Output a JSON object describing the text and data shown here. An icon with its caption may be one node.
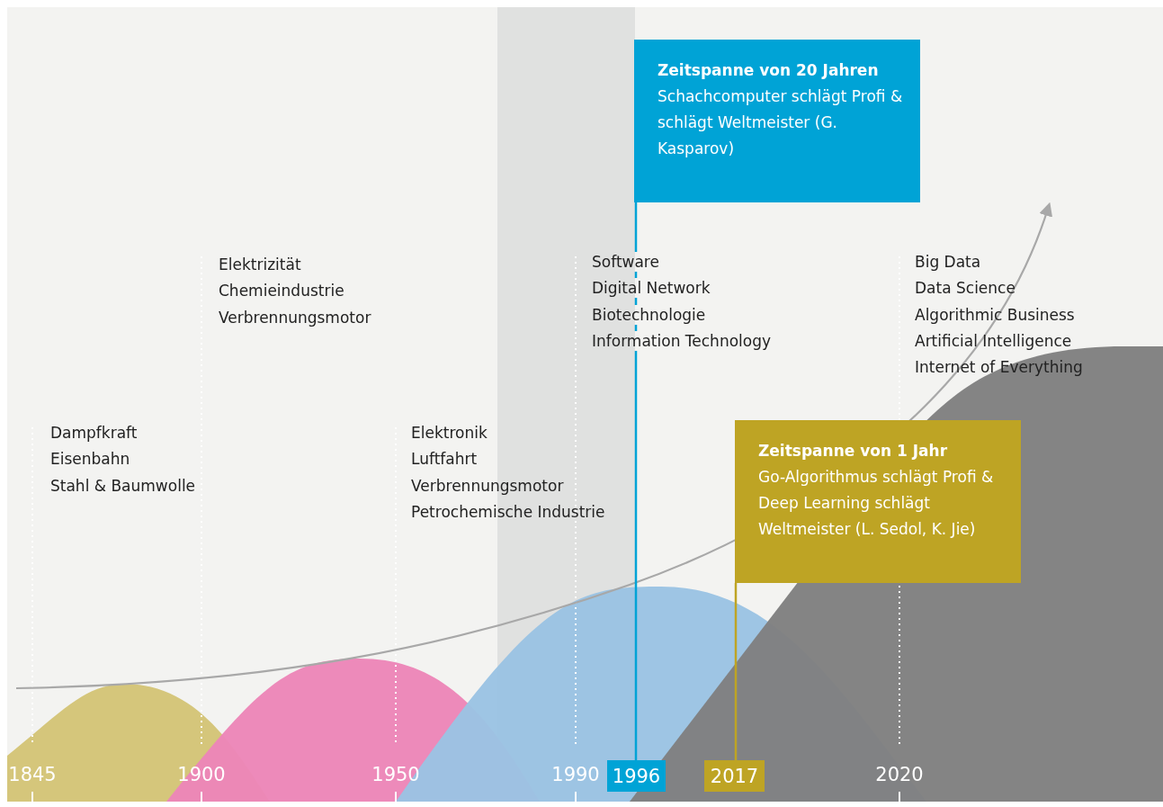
{
  "diagram": {
    "nodes": [
      {
        "text": [
          "Zeitspanne von 20 Jahren",
          "Schachcomputer schlägt Profi & schlägt Weltmeister (G. Kasparov)"
        ]
      },
      {
        "text": [
          "Zeitspanne von 1 Jahr",
          "Go-Algorithmus schlägt Profi & Deep Learning schlägt Weltmeister (L. Sedol, K. Jie)"
        ]
      },
      {
        "text": [
          "1996"
        ]
      },
      {
        "text": [
          "2017"
        ]
      }
    ],
    "edges": [
      {
        "from": 0,
        "to": 2,
        "arrow": "none",
        "color": "#00a3d6"
      },
      {
        "from": 1,
        "to": 3,
        "arrow": "none",
        "color": "#bea424"
      }
    ],
    "labels": [
      "Dampfkraft",
      "Eisenbahn",
      "Stahl & Baumwolle",
      "Elektrizität",
      "Chemieindustrie",
      "Verbrennungsmotor",
      "Elektronik",
      "Luftfahrt",
      "Verbrennungsmotor",
      "Petrochemische Industrie",
      "Software",
      "Digital Network",
      "Biotechnologie",
      "Information Technology",
      "Big Data",
      "Data Science",
      "Algorithmic Business",
      "Artificial Intelligence",
      "Internet of Everything",
      "1845",
      "1900",
      "1950",
      "1990",
      "2020"
    ]
  }
}
